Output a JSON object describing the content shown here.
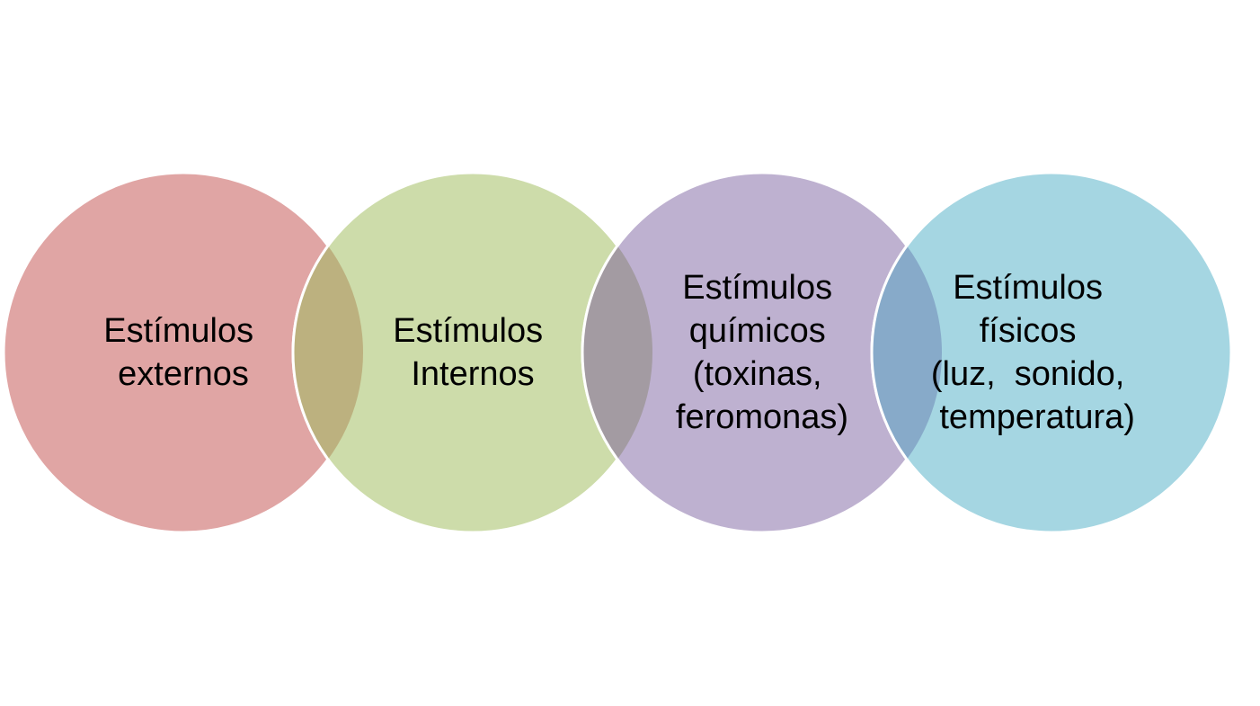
{
  "diagram": {
    "type": "overlapping-circles",
    "circles": [
      {
        "id": "externos",
        "lines": [
          "Estímulos",
          "externos"
        ],
        "color": "#e0a5a4"
      },
      {
        "id": "internos",
        "lines": [
          "Estímulos",
          "Internos"
        ],
        "color": "#cddcaa"
      },
      {
        "id": "quimicos",
        "lines": [
          "Estímulos",
          "químicos",
          "(toxinas,",
          "feromonas)"
        ],
        "color": "#beb1d0"
      },
      {
        "id": "fisicos",
        "lines": [
          "Estímulos",
          "físicos",
          "(luz,  sonido,",
          "temperatura)"
        ],
        "color": "#a5d6e2"
      }
    ],
    "overlap_colors": [
      "#bcb17f",
      "#a39ba2",
      "#87aac9"
    ],
    "background": "#ffffff"
  }
}
